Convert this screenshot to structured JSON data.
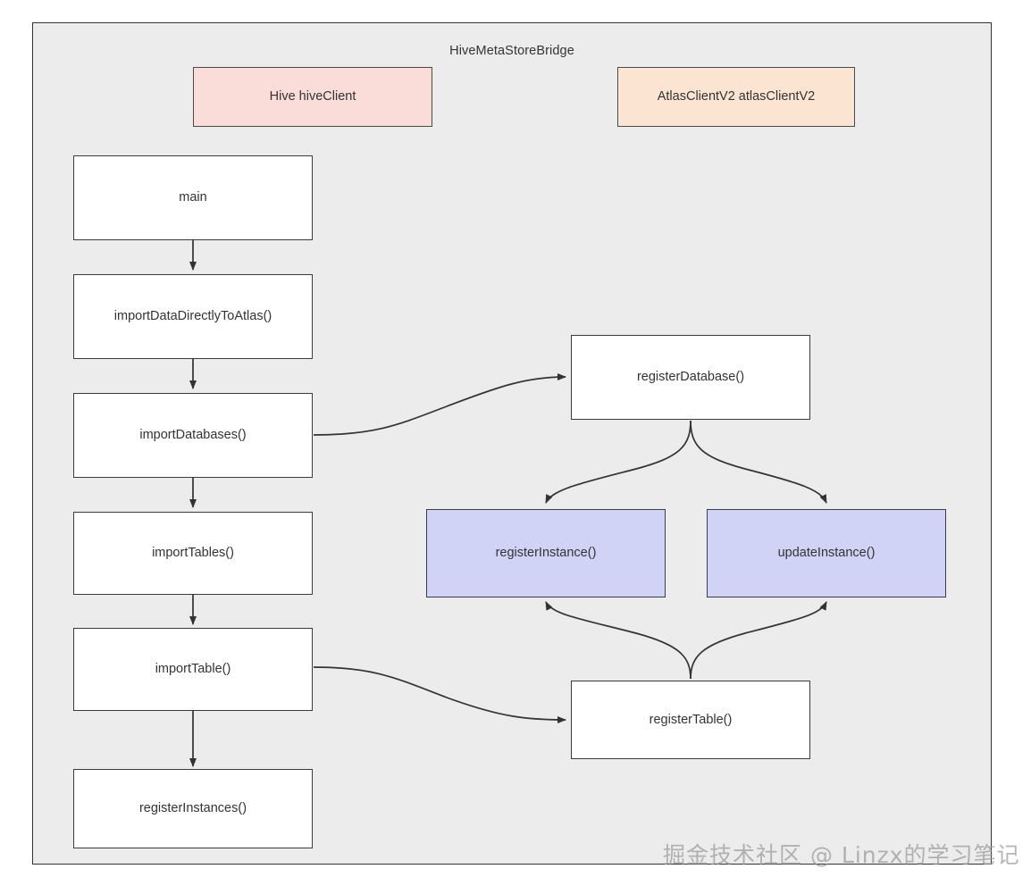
{
  "diagram": {
    "type": "flowchart",
    "cluster_title": "HiveMetaStoreBridge",
    "colors": {
      "canvas_background": "#ffffff",
      "cluster_background": "#ececec",
      "cluster_border": "#333333",
      "node_white_fill": "#ffffff",
      "node_pink_fill": "#fadcd9",
      "node_orange_fill": "#fbe5d2",
      "node_blue_fill": "#d1d3f6",
      "node_border": "#3b3b3b",
      "edge_stroke": "#333333",
      "text": "#333333",
      "watermark": "#9a9a9a"
    },
    "nodes": [
      {
        "id": "hive_client",
        "label": "Hive hiveClient",
        "style": "pink"
      },
      {
        "id": "atlas_client",
        "label": "AtlasClientV2 atlasClientV2",
        "style": "orange"
      },
      {
        "id": "main",
        "label": "main",
        "style": "white"
      },
      {
        "id": "import_direct",
        "label": "importDataDirectlyToAtlas()",
        "style": "white"
      },
      {
        "id": "import_databases",
        "label": "importDatabases()",
        "style": "white"
      },
      {
        "id": "import_tables",
        "label": "importTables()",
        "style": "white"
      },
      {
        "id": "import_table",
        "label": "importTable()",
        "style": "white"
      },
      {
        "id": "register_instances",
        "label": "registerInstances()",
        "style": "white"
      },
      {
        "id": "register_database",
        "label": "registerDatabase()",
        "style": "white"
      },
      {
        "id": "register_instance",
        "label": "registerInstance()",
        "style": "blue"
      },
      {
        "id": "update_instance",
        "label": "updateInstance()",
        "style": "blue"
      },
      {
        "id": "register_table",
        "label": "registerTable()",
        "style": "white"
      }
    ],
    "edges": [
      {
        "from": "main",
        "to": "import_direct",
        "shape": "straight-down"
      },
      {
        "from": "import_direct",
        "to": "import_databases",
        "shape": "straight-down"
      },
      {
        "from": "import_databases",
        "to": "import_tables",
        "shape": "straight-down"
      },
      {
        "from": "import_tables",
        "to": "import_table",
        "shape": "straight-down"
      },
      {
        "from": "import_table",
        "to": "register_instances",
        "shape": "straight-down"
      },
      {
        "from": "import_databases",
        "to": "register_database",
        "shape": "s-curve-right-up"
      },
      {
        "from": "register_database",
        "to": "register_instance",
        "shape": "fan-down-left"
      },
      {
        "from": "register_database",
        "to": "update_instance",
        "shape": "fan-down-right"
      },
      {
        "from": "import_table",
        "to": "register_table",
        "shape": "s-curve-right-down"
      },
      {
        "from": "register_table",
        "to": "register_instance",
        "shape": "fan-up-left"
      },
      {
        "from": "register_table",
        "to": "update_instance",
        "shape": "fan-up-right"
      }
    ]
  },
  "watermark": {
    "text": "掘金技术社区 @ Linzx的学习笔记"
  }
}
